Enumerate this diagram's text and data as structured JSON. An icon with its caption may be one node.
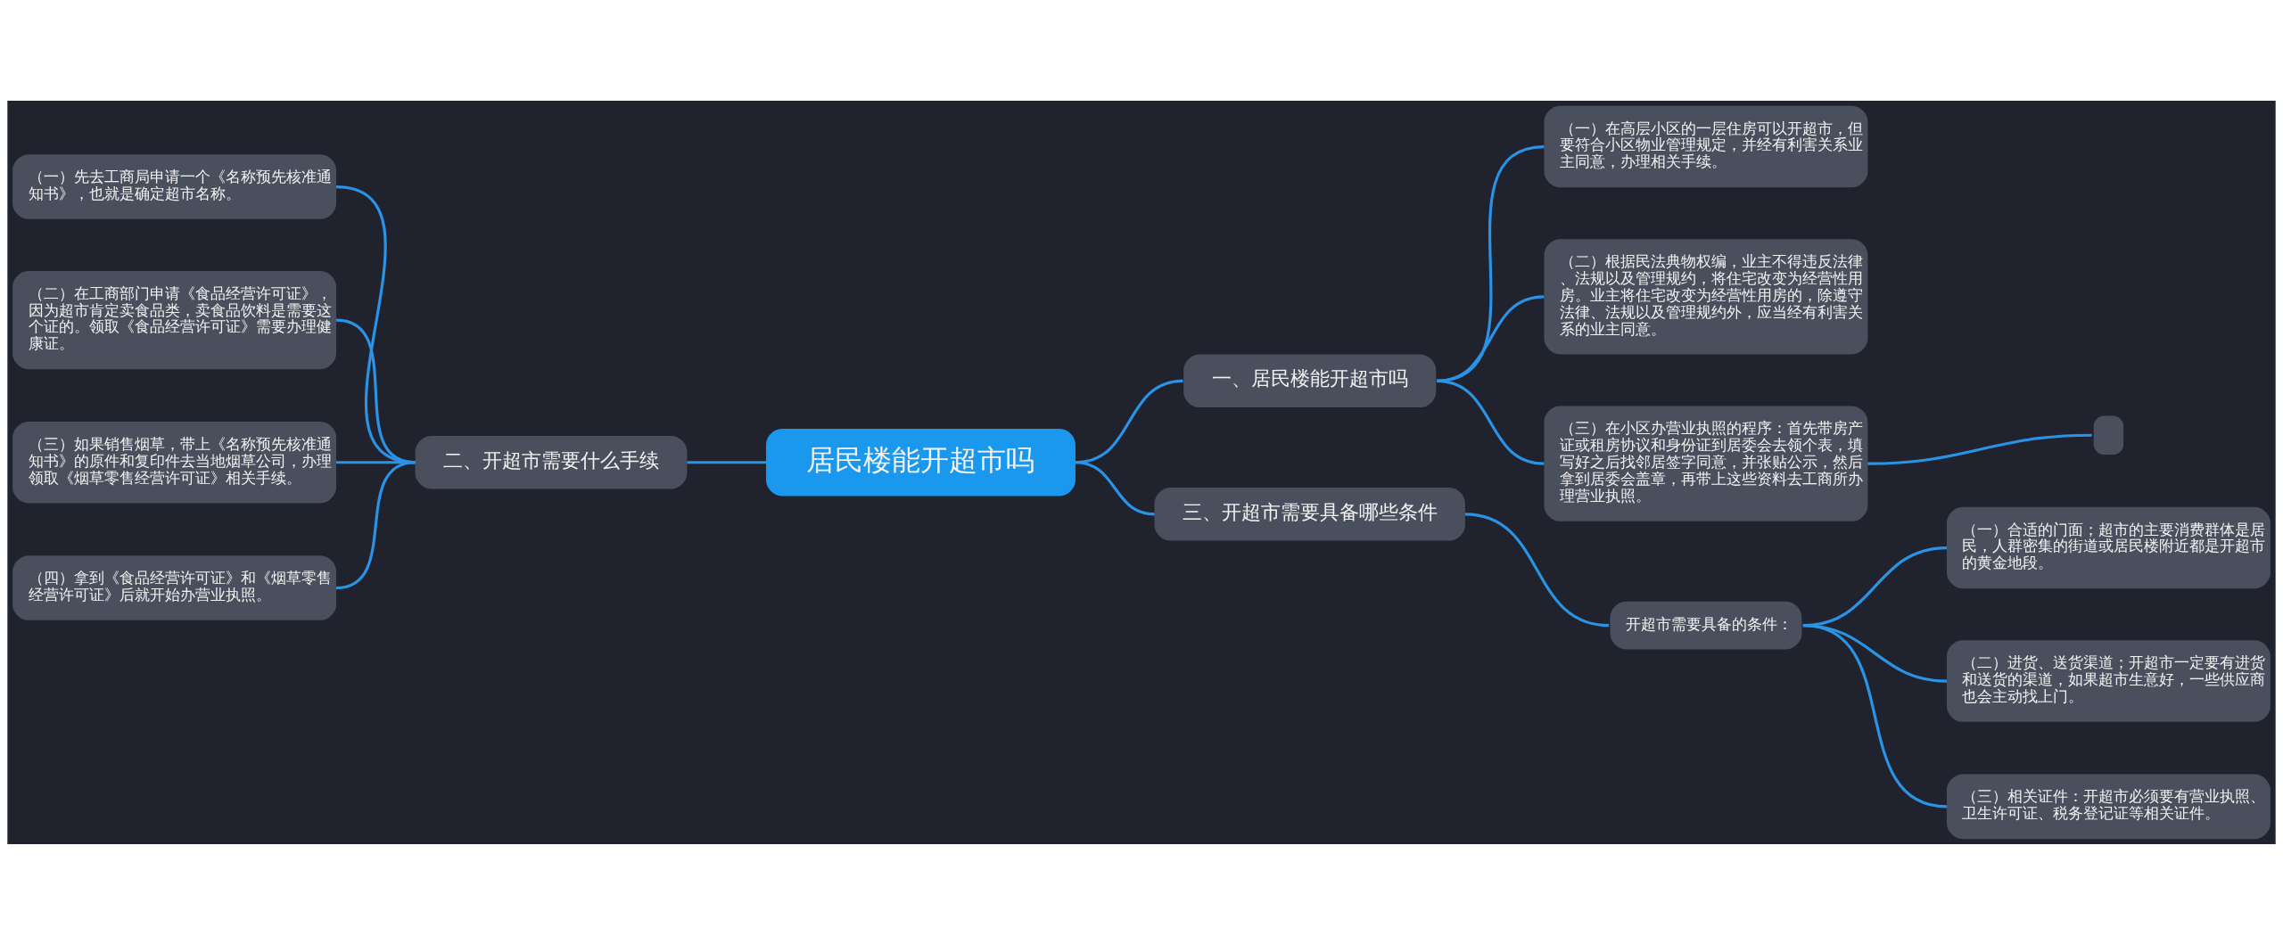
{
  "diagram": {
    "nodes": [
      {
        "text": [
          "居民楼能开超市吗"
        ]
      },
      {
        "text": [
          "一、居民楼能开超市吗"
        ]
      },
      {
        "text": [
          "（一）在高层小区的一层住房可以开超市，但要符合小区物业管理规定，并经有利害关系业主同意，办理相关手续。"
        ]
      },
      {
        "text": [
          "（二）根据民法典物权编，业主不得违反法律、法规以及管理规约，将住宅改变为经营性用房。业主将住宅改变为经营性用房的，除遵守法律、法规以及管理规约外，应当经有利害关系的业主同意。"
        ]
      },
      {
        "text": [
          "（三）在小区办营业执照的程序：首先带房产证或租房协议和身份证到居委会去领个表，填写好之后找邻居签字同意，并张贴公示，然后拿到居委会盖章，再带上这些资料去工商所办理营业执照。"
        ]
      },
      {
        "text": [],
        "shape": "box"
      },
      {
        "text": [
          "二、开超市需要什么手续"
        ]
      },
      {
        "text": [
          "（一）先去工商局申请一个《名称预先核准通知书》，也就是确定超市名称。"
        ]
      },
      {
        "text": [
          "（二）在工商部门申请《食品经营许可证》，因为超市肯定卖食品类，卖食品饮料是需要这个证的。领取《食品经营许可证》需要办理健康证。"
        ]
      },
      {
        "text": [
          "（三）如果销售烟草，带上《名称预先核准通知书》的原件和复印件去当地烟草公司，办理领取《烟草零售经营许可证》相关手续。"
        ]
      },
      {
        "text": [
          "（四）拿到《食品经营许可证》和《烟草零售经营许可证》后就开始办营业执照。"
        ]
      },
      {
        "text": [
          "三、开超市需要具备哪些条件"
        ]
      },
      {
        "text": [
          "开超市需要具备的条件："
        ]
      },
      {
        "text": [
          "（一）合适的门面；超市的主要消费群体是居民，人群密集的街道或居民楼附近都是开超市的黄金地段。"
        ]
      },
      {
        "text": [
          "（二）进货、送货渠道；开超市一定要有进货和送货的渠道，如果超市生意好，一些供应商也会主动找上门。"
        ]
      },
      {
        "text": [
          "（三）相关证件：开超市必须要有营业执照、卫生许可证、税务登记证等相关证件。"
        ]
      }
    ],
    "edges": [
      {
        "from": 0,
        "to": 1,
        "arrow": "none"
      },
      {
        "from": 1,
        "to": 2,
        "arrow": "none"
      },
      {
        "from": 1,
        "to": 3,
        "arrow": "none"
      },
      {
        "from": 1,
        "to": 4,
        "arrow": "none"
      },
      {
        "from": 4,
        "to": 5,
        "arrow": "none"
      },
      {
        "from": 0,
        "to": 6,
        "arrow": "none"
      },
      {
        "from": 6,
        "to": 7,
        "arrow": "none"
      },
      {
        "from": 6,
        "to": 8,
        "arrow": "none"
      },
      {
        "from": 6,
        "to": 9,
        "arrow": "none"
      },
      {
        "from": 6,
        "to": 10,
        "arrow": "none"
      },
      {
        "from": 0,
        "to": 11,
        "arrow": "none"
      },
      {
        "from": 11,
        "to": 12,
        "arrow": "none"
      },
      {
        "from": 12,
        "to": 13,
        "arrow": "none"
      },
      {
        "from": 12,
        "to": 14,
        "arrow": "none"
      },
      {
        "from": 12,
        "to": 15,
        "arrow": "none"
      }
    ]
  }
}
